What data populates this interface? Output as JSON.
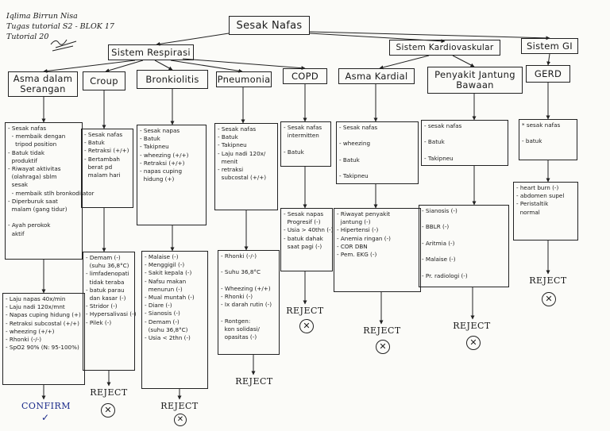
{
  "author": [
    "Iqlima Birrun Nisa",
    "Tugas tutorial S2 - BLOK 17",
    "Tutorial 20"
  ],
  "root": "Sesak Nafas",
  "systems": {
    "respirasi": "Sistem Respirasi",
    "kardio": "Sistem Kardiovaskular",
    "gi": "Sistem GI"
  },
  "diseases": {
    "asma": "Asma dalam Serangan",
    "croup": "Croup",
    "bronkiolitis": "Bronkiolitis",
    "pneumonia": "Pneumonia",
    "copd": "COPD",
    "asma_kardial": "Asma Kardial",
    "pjb": "Penyakit Jantung Bawaan",
    "gerd": "GERD"
  },
  "symptoms": {
    "asma": [
      "- Sesak nafas",
      "  - membaik dengan",
      "    tripod position",
      "- Batuk tidak",
      "  produktif",
      "- Riwayat aktivitas",
      "  (olahraga) sblm",
      "  sesak",
      "  - membaik stlh bronkodilator",
      "- Diperburuk saat",
      "  malam (gang tidur)",
      "",
      "- Ayah perokok",
      "  aktif"
    ],
    "croup": [
      "- Sesak nafas",
      "- Batuk",
      "- Retraksi (+/+)",
      "- Bertambah",
      "  berat pd",
      "  malam hari"
    ],
    "bronkiolitis": [
      "- Sesak napas",
      "- Batuk",
      "- Takipneu",
      "- wheezing (+/+)",
      "- Retraksi (+/+)",
      "- napas cuping",
      "  hidung (+)"
    ],
    "pneumonia": [
      "- Sesak nafas",
      "- Batuk",
      "- Takipneu",
      "- Laju nadi 120x/",
      "  menit",
      "- retraksi",
      "  subcostal (+/+)"
    ],
    "copd": [
      "- Sesak nafas",
      "  intermitten",
      "",
      "- Batuk"
    ],
    "asma_kardial": [
      "- Sesak nafas",
      "",
      "- wheezing",
      "",
      "- Batuk",
      "",
      "- Takipneu"
    ],
    "pjb": [
      "- sesak nafas",
      "",
      "- Batuk",
      "",
      "- Takipneu"
    ],
    "gerd": [
      "* sesak nafas",
      "",
      "- batuk"
    ]
  },
  "findings": {
    "asma": [
      "- Laju napas 40x/min",
      "- Laju nadi 120x/mnt",
      "- Napas cuping hidung (+)",
      "- Retraksi subcostal (+/+)",
      "- wheezing (+/+)",
      "- Rhonki (-/-)",
      "- SpO2 90% (N: 95-100%)"
    ],
    "croup": [
      "- Demam (-)",
      "  (suhu 36,8°C)",
      "- limfadenopati",
      "  tidak teraba",
      "- batuk parau",
      "  dan kasar (-)",
      "- Stridor (-)",
      "- Hypersalivasi (-)",
      "- Pilek (-)"
    ],
    "bronkiolitis": [
      "- Malaise (-)",
      "- Menggigil (-)",
      "- Sakit kepala (-)",
      "- Nafsu makan",
      "  menurun (-)",
      "- Mual muntah (-)",
      "- Diare (-)",
      "- Sianosis (-)",
      "- Demam (-)",
      "  (suhu 36,8°C)",
      "- Usia < 2thn (-)"
    ],
    "pneumonia": [
      "- Rhonki (-/-)",
      "",
      "- Suhu 36,8°C",
      "",
      "- Wheezing (+/+)",
      "- Rhonki (-)",
      "- Ix darah rutin (-)",
      "",
      "- Rontgen:",
      "  kon solidasi/",
      "  opasitas (-)"
    ],
    "copd": [
      "- Sesak napas",
      "  Progresif (-)",
      "- Usia > 40thn (-)",
      "- batuk dahak",
      "  saat pagi (-)"
    ],
    "asma_kardial": [
      "- Riwayat penyakit",
      "  jantung (-)",
      "- Hipertensi (-)",
      "- Anemia ringan (-)",
      "- COR DBN",
      "- Pem. EKG (-)"
    ],
    "pjb": [
      "- Sianosis (-)",
      "",
      "- BBLR (-)",
      "",
      "- Aritmia (-)",
      "",
      "- Malaise (-)",
      "",
      "- Pr. radiologi (-)"
    ],
    "gerd": [
      "- heart burn (-)",
      "- abdomen supel",
      "- Peristaltik",
      "  normal"
    ]
  },
  "results": {
    "asma": "CONFIRM",
    "croup": "REJECT",
    "bronkiolitis": "REJECT",
    "pneumonia": "REJECT",
    "copd": "REJECT",
    "asma_kardial": "REJECT",
    "pjb": "REJECT",
    "gerd": "REJECT"
  }
}
